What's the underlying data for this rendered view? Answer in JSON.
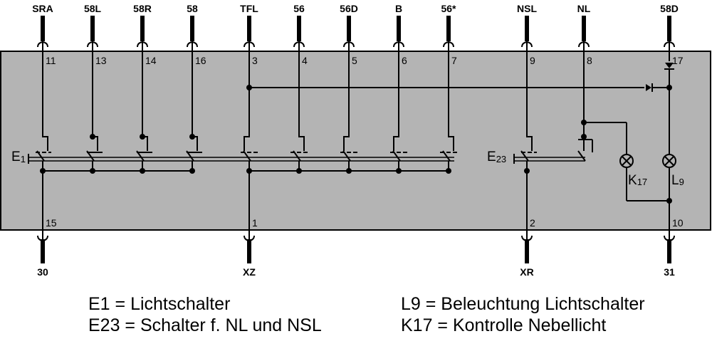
{
  "terminals_top": [
    {
      "name": "SRA",
      "pin": "11"
    },
    {
      "name": "58L",
      "pin": "13"
    },
    {
      "name": "58R",
      "pin": "14"
    },
    {
      "name": "58",
      "pin": "16"
    },
    {
      "name": "TFL",
      "pin": "3"
    },
    {
      "name": "56",
      "pin": "4"
    },
    {
      "name": "56D",
      "pin": "5"
    },
    {
      "name": "B",
      "pin": "6"
    },
    {
      "name": "56*",
      "pin": "7"
    },
    {
      "name": "NSL",
      "pin": "9"
    },
    {
      "name": "NL",
      "pin": "8"
    },
    {
      "name": "58D",
      "pin": "17"
    }
  ],
  "terminals_bottom": [
    {
      "name": "30",
      "pin": "15"
    },
    {
      "name": "XZ",
      "pin": "1"
    },
    {
      "name": "XR",
      "pin": "2"
    },
    {
      "name": "31",
      "pin": "10"
    }
  ],
  "components": {
    "e1": {
      "main": "E",
      "sub": "1"
    },
    "e23": {
      "main": "E",
      "sub": "23"
    },
    "k17": {
      "main": "K",
      "sub": "17"
    },
    "l9": {
      "main": "L",
      "sub": "9"
    }
  },
  "legend": {
    "e1": "E1 =  Lichtschalter",
    "e23": "E23 = Schalter f. NL und NSL",
    "l9": "L9 = Beleuchtung Lichtschalter",
    "k17": "K17 = Kontrolle Nebellicht"
  },
  "colors": {
    "housing": "#b4b4b4",
    "line": "#000000",
    "background": "#ffffff"
  }
}
